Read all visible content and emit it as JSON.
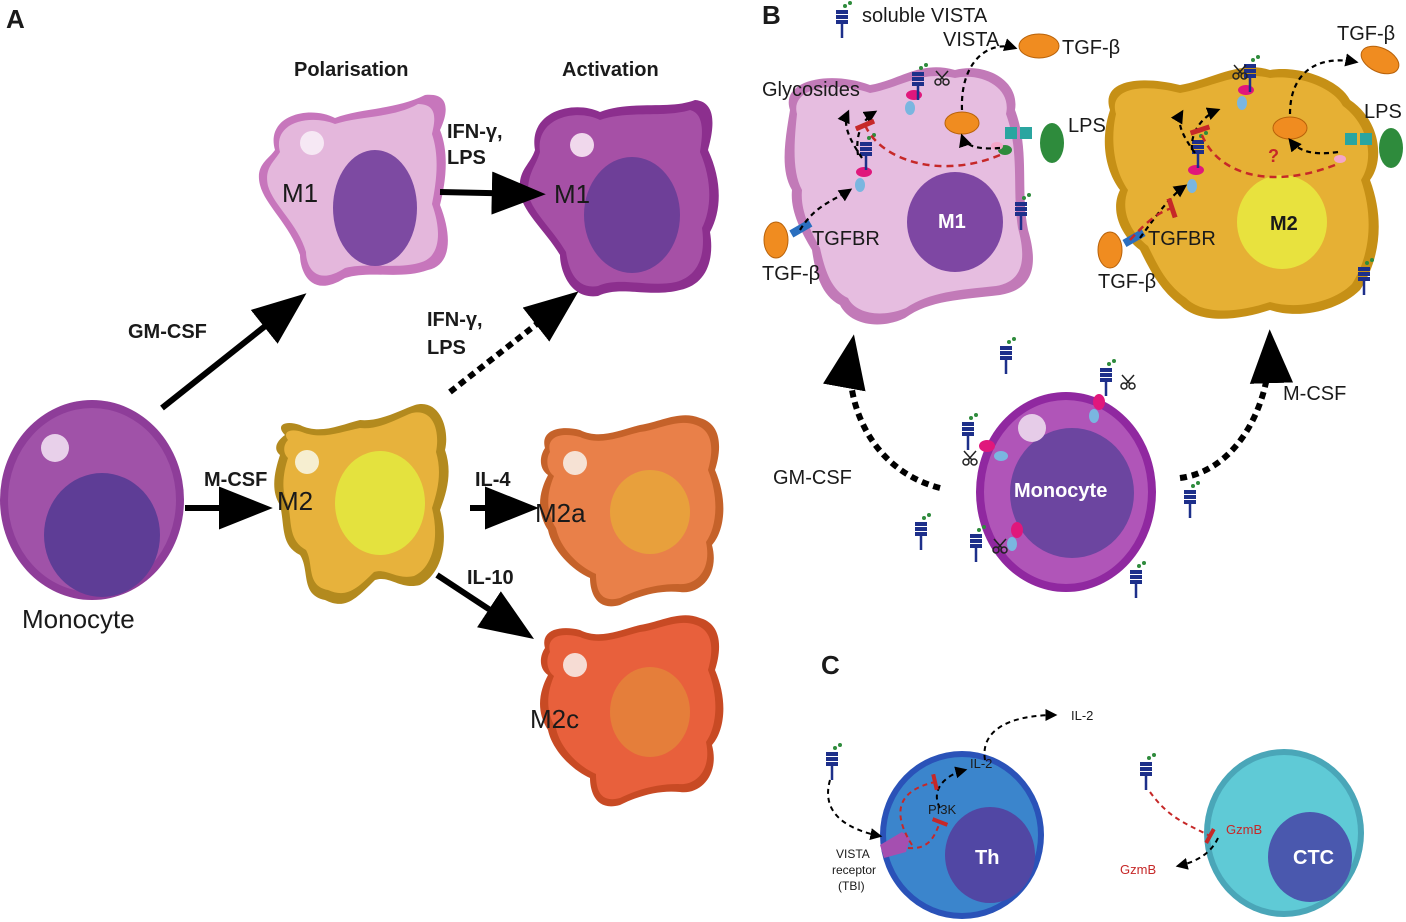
{
  "panels": {
    "a": "A",
    "b": "B",
    "c": "C"
  },
  "panel_a": {
    "header_polarisation": "Polarisation",
    "header_activation": "Activation",
    "monocyte": "Monocyte",
    "m1": "M1",
    "m1_activated": "M1",
    "m2": "M2",
    "m2a": "M2a",
    "m2c": "M2c",
    "gm_csf": "GM-CSF",
    "m_csf": "M-CSF",
    "ifn_line1": "IFN-γ,",
    "ifn_line2": "LPS",
    "ifn2_line1": "IFN-γ,",
    "ifn2_line2": "LPS",
    "il4": "IL-4",
    "il10": "IL-10"
  },
  "panel_b": {
    "soluble_vista": "soluble VISTA",
    "vista": "VISTA",
    "tgfb_top1": "TGF-β",
    "tgfb_top2": "TGF-β",
    "glycosides": "Glycosides",
    "lps1": "LPS",
    "lps2": "LPS",
    "m1": "M1",
    "m2": "M2",
    "tgfbr1": "TGFBR",
    "tgfbr2": "TGFBR",
    "tgfb_bot1": "TGF-β",
    "tgfb_bot2": "TGF-β",
    "question": "?",
    "gm_csf": "GM-CSF",
    "m_csf": "M-CSF",
    "monocyte": "Monocyte"
  },
  "panel_c": {
    "il2_out": "IL-2",
    "il2_in": "IL-2",
    "pi3k": "PI3K",
    "th": "Th",
    "receptor_l1": "VISTA",
    "receptor_l2": "receptor",
    "receptor_l3": "(TBI)",
    "gzmb_in": "GzmB",
    "gzmb_out": "GzmB",
    "ctc": "CTC"
  },
  "colors": {
    "m1_light": "#e2b2d8",
    "m1_dark": "#9d3f9a",
    "m2": "#e6b03a",
    "m2a": "#e8804a",
    "m2c": "#e85f3c",
    "nucleus": "#6d4a9e",
    "th": "#3c7fc8",
    "ctc": "#5fc6d0",
    "inhibition": "#c62828"
  }
}
